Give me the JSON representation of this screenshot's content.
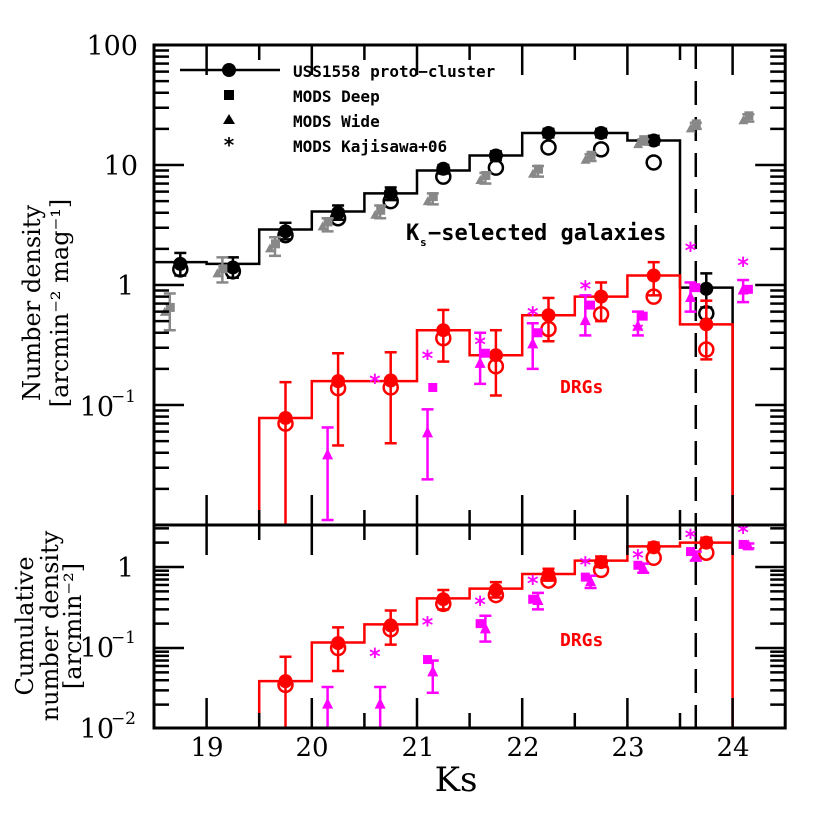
{
  "chart_data": [
    {
      "panel": "top",
      "type": "scatter",
      "title": "",
      "xlabel": "Ks",
      "ylabel": "Number density [arcmin^-2 mag^-1]",
      "ylabel_line1": "Number density",
      "ylabel_line2": "[arcmin⁻² mag⁻¹]",
      "xlim": [
        18.5,
        24.5
      ],
      "ylim": [
        0.01,
        100
      ],
      "yscale": "log",
      "ytick_labels": [
        "100",
        "10",
        "1",
        "10⁻¹"
      ],
      "ytick_values": [
        100,
        10,
        1,
        0.1
      ],
      "annotations": [
        {
          "text": "Ks-selected galaxies",
          "x": 22.0,
          "y": 1.6,
          "color": "#000000"
        },
        {
          "text": "DRGs",
          "x": 22.3,
          "y": 0.15,
          "color": "#ff0000"
        }
      ],
      "vline": {
        "x": 23.65,
        "style": "dashed",
        "color": "#000000"
      },
      "legend": {
        "position": "upper left",
        "entries": [
          {
            "label": "USS1558 proto-cluster",
            "marker": "filled-circle-with-line"
          },
          {
            "label": "MODS Deep",
            "marker": "filled-square"
          },
          {
            "label": "MODS Wide",
            "marker": "filled-triangle"
          },
          {
            "label": "MODS Kajisawa+06",
            "marker": "asterisk"
          }
        ]
      },
      "series": [
        {
          "name": "USS1558 proto-cluster (Ks-selected, histogram)",
          "color": "#000000",
          "type": "step",
          "bin_edges": [
            18.5,
            19.0,
            19.5,
            20.0,
            20.5,
            21.0,
            21.5,
            22.0,
            22.5,
            23.0,
            23.5,
            24.0
          ],
          "values": [
            1.55,
            1.5,
            2.9,
            4.1,
            5.8,
            9.0,
            12.0,
            18.5,
            18.5,
            16.0,
            0.95
          ]
        },
        {
          "name": "USS1558 proto-cluster (Ks-selected, filled)",
          "color": "#000000",
          "marker": "filled-circle",
          "x": [
            18.75,
            19.25,
            19.75,
            20.25,
            20.75,
            21.25,
            21.75,
            22.25,
            22.75,
            23.25,
            23.75
          ],
          "y": [
            1.5,
            1.4,
            2.8,
            4.0,
            5.8,
            9.3,
            12.0,
            18.5,
            18.5,
            16.0,
            0.93
          ],
          "yerr_low": [
            1.2,
            1.15,
            2.4,
            3.5,
            5.1,
            8.5,
            11.0,
            17.0,
            17.0,
            14.8,
            0.65
          ],
          "yerr_high": [
            1.85,
            1.7,
            3.3,
            4.6,
            6.5,
            10.0,
            13.0,
            20.0,
            20.0,
            17.5,
            1.25
          ]
        },
        {
          "name": "USS1558 proto-cluster (Ks-selected, open)",
          "color": "#000000",
          "marker": "open-circle",
          "x": [
            18.75,
            19.25,
            19.75,
            20.25,
            20.75,
            21.25,
            21.75,
            22.25,
            22.75,
            23.25,
            23.75
          ],
          "y": [
            1.35,
            1.3,
            2.6,
            3.6,
            5.0,
            8.0,
            9.5,
            14.0,
            13.5,
            10.5,
            0.58
          ]
        },
        {
          "name": "MODS (Ks-selected, gray)",
          "color": "#888888",
          "marker": "square-triangle",
          "x": [
            18.65,
            19.15,
            19.65,
            20.15,
            20.65,
            21.15,
            21.65,
            22.15,
            22.65,
            23.15,
            23.65,
            24.15
          ],
          "y": [
            0.62,
            1.3,
            2.1,
            3.2,
            4.0,
            5.2,
            7.8,
            8.8,
            11.5,
            15.5,
            21.0,
            24.5
          ],
          "yerr_low": [
            0.42,
            1.05,
            1.75,
            2.8,
            3.6,
            4.7,
            7.0,
            8.0,
            10.8,
            14.8,
            20.0,
            23.0
          ],
          "yerr_high": [
            0.85,
            1.7,
            2.5,
            3.6,
            4.6,
            5.8,
            8.6,
            9.8,
            12.3,
            16.4,
            22.5,
            26.5
          ]
        },
        {
          "name": "USS1558 DRGs (histogram)",
          "color": "#ff0000",
          "type": "step",
          "bin_edges": [
            19.5,
            20.0,
            20.5,
            21.0,
            21.5,
            22.0,
            22.5,
            23.0,
            23.5,
            24.0
          ],
          "values": [
            0.078,
            0.158,
            0.158,
            0.42,
            0.26,
            0.56,
            0.8,
            1.2,
            0.47
          ]
        },
        {
          "name": "USS1558 DRGs (filled)",
          "color": "#ff0000",
          "marker": "filled-circle",
          "x": [
            19.75,
            20.25,
            20.75,
            21.25,
            21.75,
            22.25,
            22.75,
            23.25,
            23.75
          ],
          "y": [
            0.078,
            0.158,
            0.16,
            0.42,
            0.26,
            0.56,
            0.8,
            1.2,
            0.47
          ],
          "yerr_low": [
            0.01,
            0.046,
            0.048,
            0.23,
            0.12,
            0.34,
            0.5,
            0.82,
            0.24
          ],
          "yerr_high": [
            0.155,
            0.27,
            0.275,
            0.62,
            0.42,
            0.78,
            1.05,
            1.55,
            0.74
          ]
        },
        {
          "name": "USS1558 DRGs (open)",
          "color": "#ff0000",
          "marker": "open-circle",
          "x": [
            19.75,
            20.25,
            20.75,
            21.25,
            21.75,
            22.25,
            22.75,
            23.25,
            23.75
          ],
          "y": [
            0.07,
            0.138,
            0.14,
            0.36,
            0.21,
            0.43,
            0.57,
            0.8,
            0.29
          ]
        },
        {
          "name": "MODS Deep DRGs",
          "color": "#ff00ff",
          "marker": "filled-square",
          "x": [
            21.15,
            21.65,
            22.15,
            22.65,
            23.15,
            23.65,
            24.15
          ],
          "y": [
            0.14,
            0.27,
            0.4,
            0.68,
            0.55,
            0.95,
            0.92
          ]
        },
        {
          "name": "MODS Wide DRGs",
          "color": "#ff00ff",
          "marker": "filled-triangle",
          "x": [
            20.15,
            21.1,
            21.6,
            22.1,
            22.6,
            23.1,
            23.6,
            24.1
          ],
          "y": [
            0.038,
            0.058,
            0.22,
            0.32,
            0.5,
            0.45,
            0.78,
            0.9
          ],
          "yerr_low": [
            0.011,
            0.024,
            0.15,
            0.2,
            0.38,
            0.38,
            0.6,
            0.72
          ],
          "yerr_high": [
            0.065,
            0.092,
            0.4,
            0.48,
            0.82,
            0.6,
            1.05,
            1.1
          ]
        },
        {
          "name": "MODS Kajisawa+06 DRGs",
          "color": "#ff00ff",
          "marker": "asterisk",
          "x": [
            20.6,
            21.1,
            21.6,
            22.1,
            22.6,
            23.1,
            23.6,
            24.1
          ],
          "y": [
            0.158,
            0.25,
            0.33,
            0.58,
            0.95,
            0.42,
            2.0,
            1.5
          ]
        }
      ]
    },
    {
      "panel": "bottom",
      "type": "scatter",
      "title": "",
      "xlabel": "Ks",
      "ylabel": "Cumulative number density [arcmin^-2]",
      "ylabel_line1": "Cumulative",
      "ylabel_line2": "number density",
      "ylabel_line3": "[arcmin⁻²]",
      "xlim": [
        18.5,
        24.5
      ],
      "ylim": [
        0.01,
        3.3
      ],
      "yscale": "log",
      "xtick_labels": [
        "19",
        "20",
        "21",
        "22",
        "23",
        "24"
      ],
      "xtick_values": [
        19,
        20,
        21,
        22,
        23,
        24
      ],
      "ytick_labels": [
        "1",
        "10⁻¹",
        "10⁻²"
      ],
      "ytick_values": [
        1,
        0.1,
        0.01
      ],
      "annotations": [
        {
          "text": "DRGs",
          "x": 22.3,
          "y": 0.07,
          "color": "#ff0000"
        }
      ],
      "vline": {
        "x": 23.65,
        "style": "dashed",
        "color": "#000000"
      },
      "series": [
        {
          "name": "USS1558 DRGs cumulative (histogram)",
          "color": "#ff0000",
          "type": "step",
          "bin_edges": [
            19.5,
            20.0,
            20.5,
            21.0,
            21.5,
            22.0,
            22.5,
            23.0,
            23.5,
            24.0
          ],
          "values": [
            0.039,
            0.117,
            0.196,
            0.41,
            0.54,
            0.82,
            1.2,
            1.8,
            2.0
          ]
        },
        {
          "name": "USS1558 DRGs cumulative (filled)",
          "color": "#ff0000",
          "marker": "filled-circle",
          "x": [
            19.75,
            20.25,
            20.75,
            21.25,
            21.75,
            22.25,
            22.75,
            23.25,
            23.75
          ],
          "y": [
            0.039,
            0.115,
            0.19,
            0.4,
            0.52,
            0.8,
            1.15,
            1.75,
            2.0
          ],
          "yerr_low": [
            0.01,
            0.052,
            0.11,
            0.3,
            0.42,
            0.68,
            1.0,
            1.55,
            1.8
          ],
          "yerr_high": [
            0.078,
            0.18,
            0.29,
            0.52,
            0.65,
            0.95,
            1.35,
            2.0,
            2.3
          ]
        },
        {
          "name": "USS1558 DRGs cumulative (open)",
          "color": "#ff0000",
          "marker": "open-circle",
          "x": [
            19.75,
            20.25,
            20.75,
            21.25,
            21.75,
            22.25,
            22.75,
            23.25,
            23.75
          ],
          "y": [
            0.035,
            0.1,
            0.17,
            0.35,
            0.45,
            0.68,
            0.92,
            1.3,
            1.5
          ]
        },
        {
          "name": "MODS Deep DRGs cumulative",
          "color": "#ff00ff",
          "marker": "filled-square",
          "x": [
            21.1,
            21.6,
            22.1,
            22.6,
            23.1,
            23.6,
            24.1
          ],
          "y": [
            0.072,
            0.2,
            0.4,
            0.75,
            1.05,
            1.55,
            1.9
          ]
        },
        {
          "name": "MODS Wide DRGs cumulative",
          "color": "#ff00ff",
          "marker": "filled-triangle",
          "x": [
            20.15,
            20.65,
            21.15,
            21.65,
            22.15,
            22.65,
            23.15,
            23.65,
            24.15
          ],
          "y": [
            0.02,
            0.02,
            0.05,
            0.17,
            0.38,
            0.65,
            0.95,
            1.35,
            1.8
          ],
          "yerr_low": [
            0.01,
            0.01,
            0.028,
            0.12,
            0.3,
            0.55,
            0.85,
            1.2,
            1.7
          ],
          "yerr_high": [
            0.033,
            0.033,
            0.07,
            0.25,
            0.48,
            0.78,
            1.1,
            1.55,
            1.95
          ]
        },
        {
          "name": "MODS Kajisawa+06 DRGs cumulative",
          "color": "#ff00ff",
          "marker": "asterisk",
          "x": [
            20.6,
            21.1,
            21.6,
            22.1,
            22.6,
            23.1,
            23.6,
            24.1
          ],
          "y": [
            0.082,
            0.2,
            0.36,
            0.65,
            1.1,
            1.35,
            2.4,
            2.8
          ]
        }
      ]
    }
  ],
  "labels": {
    "top_ylabel_1": "Number density",
    "top_ylabel_2": "[arcmin⁻² mag⁻¹]",
    "bottom_ylabel_1": "Cumulative",
    "bottom_ylabel_2": "number density",
    "bottom_ylabel_3": "[arcmin⁻²]",
    "xlabel": "Ks",
    "annotation_ks": "K",
    "annotation_ks_sub": "s",
    "annotation_ks_rest": "−selected galaxies",
    "annotation_drgs_top": "DRGs",
    "annotation_drgs_bottom": "DRGs",
    "legend_1": "USS1558 proto−cluster",
    "legend_2": "MODS Deep",
    "legend_3": "MODS Wide",
    "legend_4": "MODS Kajisawa+06",
    "ytick_top_100": "100",
    "ytick_top_10": "10",
    "ytick_top_1": "1",
    "ytick_top_01": "10",
    "ytick_top_01_exp": "−1",
    "ytick_bot_1": "1",
    "ytick_bot_01": "10",
    "ytick_bot_01_exp": "−1",
    "ytick_bot_001": "10",
    "ytick_bot_001_exp": "−2",
    "xtick_19": "19",
    "xtick_20": "20",
    "xtick_21": "21",
    "xtick_22": "22",
    "xtick_23": "23",
    "xtick_24": "24"
  },
  "colors": {
    "black": "#000000",
    "red": "#ff0000",
    "magenta": "#ff00ff",
    "gray": "#888888"
  }
}
